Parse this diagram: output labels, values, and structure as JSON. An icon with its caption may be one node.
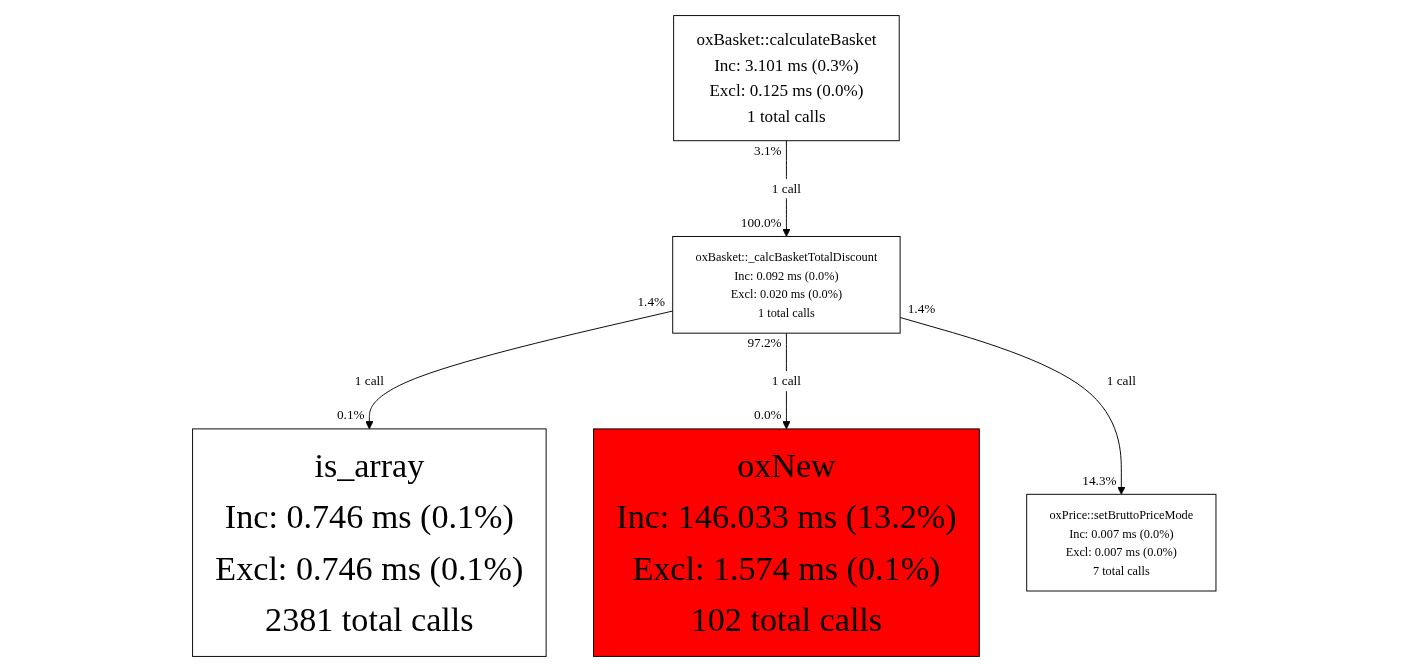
{
  "diagram": {
    "nodes": [
      {
        "text": [
          "oxBasket::calculateBasket",
          "Inc: 3.101 ms (0.3%)",
          "Excl: 0.125 ms (0.0%)",
          "1 total calls"
        ]
      },
      {
        "text": [
          "oxBasket::_calcBasketTotalDiscount",
          "Inc: 0.092 ms (0.0%)",
          "Excl: 0.020 ms (0.0%)",
          "1 total calls"
        ]
      },
      {
        "text": [
          "is_array",
          "Inc: 0.746 ms (0.1%)",
          "Excl: 0.746 ms (0.1%)",
          "2381 total calls"
        ]
      },
      {
        "text": [
          "oxNew",
          "Inc: 146.033 ms (13.2%)",
          "Excl: 1.574 ms (0.1%)",
          "102 total calls"
        ]
      },
      {
        "text": [
          "oxPrice::setBruttoPriceMode",
          "Inc: 0.007 ms (0.0%)",
          "Excl: 0.007 ms (0.0%)",
          "7 total calls"
        ]
      }
    ],
    "edges": [
      {
        "from": 0,
        "to": 1,
        "arrow": "to",
        "label": "1 call"
      },
      {
        "from": 1,
        "to": 2,
        "arrow": "to",
        "label": "1 call"
      },
      {
        "from": 1,
        "to": 3,
        "arrow": "to",
        "label": "1 call"
      },
      {
        "from": 1,
        "to": 4,
        "arrow": "to",
        "label": "1 call"
      }
    ],
    "labels": [
      "3.1%",
      "100.0%",
      "1.4%",
      "97.2%",
      "1.4%",
      "0.0%",
      "0.1%",
      "14.3%"
    ]
  }
}
